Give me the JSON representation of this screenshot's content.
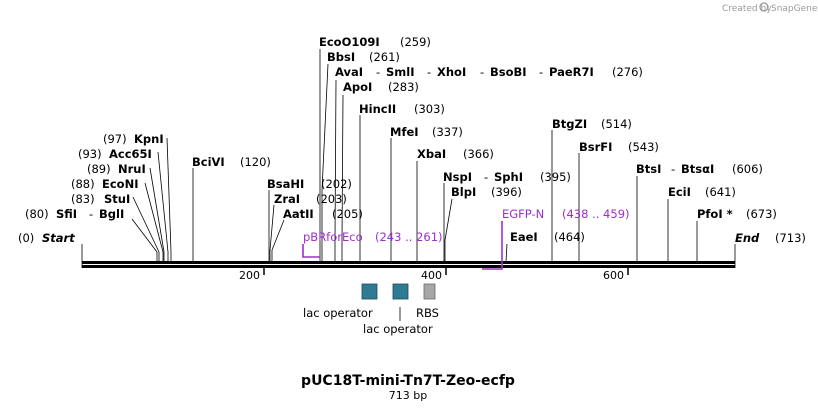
{
  "credit": {
    "created_by": "Created by",
    "brand": "SnapGene"
  },
  "title": "pUC18T-mini-Tn7T-Zeo-ecfp",
  "subtitle": "713 bp",
  "ends": {
    "start_label": "Start",
    "start_pos": "(0)",
    "end_label": "End",
    "end_pos": "(713)"
  },
  "axis_ticks": [
    "200",
    "400",
    "600"
  ],
  "enzymes": [
    {
      "name": "SfiI",
      "pos": "(80)"
    },
    {
      "name": "BglI",
      "pos": ""
    },
    {
      "name": "StuI",
      "pos": "(83)"
    },
    {
      "name": "EcoNI",
      "pos": "(88)"
    },
    {
      "name": "NruI",
      "pos": "(89)"
    },
    {
      "name": "Acc65I",
      "pos": "(93)"
    },
    {
      "name": "KpnI",
      "pos": "(97)"
    },
    {
      "name": "BciVI",
      "pos": "(120)"
    },
    {
      "name": "BsaHI",
      "pos": "(202)"
    },
    {
      "name": "ZraI",
      "pos": "(203)"
    },
    {
      "name": "AatII",
      "pos": "(205)"
    },
    {
      "name": "EcoO109I",
      "pos": "(259)"
    },
    {
      "name": "BbsI",
      "pos": "(261)"
    },
    {
      "name": "AvaI",
      "pos": ""
    },
    {
      "name": "SmlI",
      "pos": ""
    },
    {
      "name": "XhoI",
      "pos": ""
    },
    {
      "name": "BsoBI",
      "pos": ""
    },
    {
      "name": "PaeR7I",
      "pos": "(276)"
    },
    {
      "name": "ApoI",
      "pos": "(283)"
    },
    {
      "name": "HincII",
      "pos": "(303)"
    },
    {
      "name": "MfeI",
      "pos": "(337)"
    },
    {
      "name": "XbaI",
      "pos": "(366)"
    },
    {
      "name": "NspI",
      "pos": ""
    },
    {
      "name": "SphI",
      "pos": "(395)"
    },
    {
      "name": "BlpI",
      "pos": "(396)"
    },
    {
      "name": "EaeI",
      "pos": "(464)"
    },
    {
      "name": "BtgZI",
      "pos": "(514)"
    },
    {
      "name": "BsrFI",
      "pos": "(543)"
    },
    {
      "name": "BtsI",
      "pos": ""
    },
    {
      "name": "BtsαI",
      "pos": "(606)"
    },
    {
      "name": "EciI",
      "pos": "(641)"
    },
    {
      "name": "PfoI *",
      "pos": "(673)"
    }
  ],
  "primers": [
    {
      "name": "pBRforEco",
      "range": "(243 .. 261)"
    },
    {
      "name": "EGFP-N",
      "range": "(438 .. 459)"
    }
  ],
  "features": [
    {
      "name": "lac operator",
      "color": "#2e7b93"
    },
    {
      "name": "lac operator",
      "color": "#2e7b93"
    },
    {
      "name": "RBS",
      "color": "#a6a6a6"
    }
  ],
  "colors": {
    "primer": "#9b30c8",
    "backbone": "#000000",
    "operator": "#2e7b93",
    "rbs": "#a6a6a6"
  }
}
